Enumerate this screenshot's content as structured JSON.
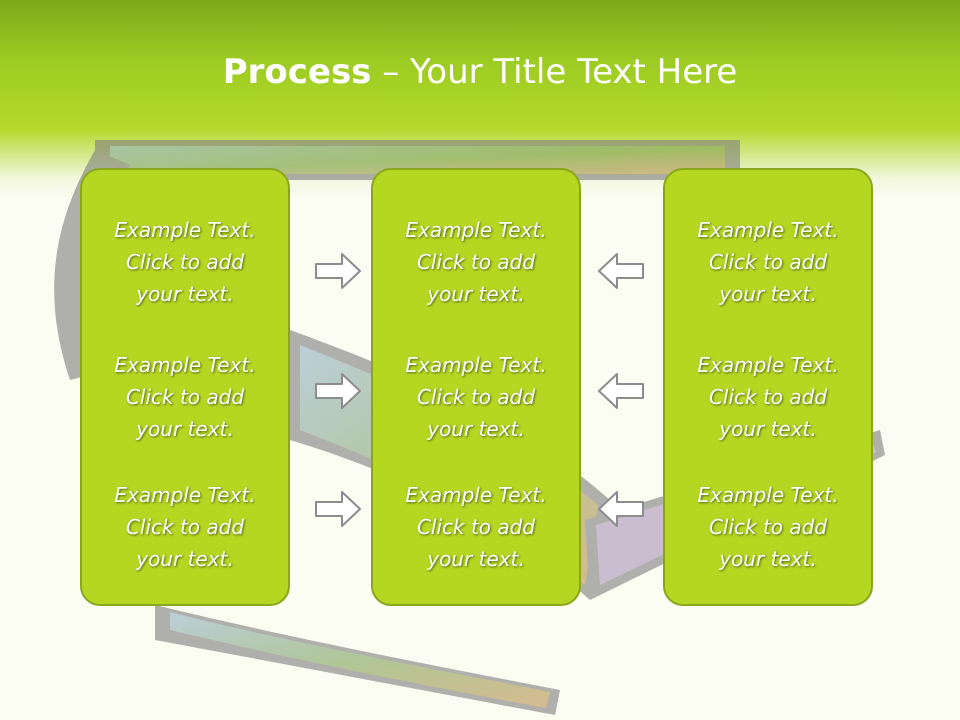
{
  "slide": {
    "title_bold": "Process",
    "title_rest": " – Your Title Text Here"
  },
  "columns": [
    {
      "items": [
        {
          "text": "Example Text.\nClick  to add\nyour text."
        },
        {
          "text": "Example Text.\nClick  to add\nyour text."
        },
        {
          "text": "Example Text.\nClick  to add\nyour text."
        }
      ]
    },
    {
      "items": [
        {
          "text": "Example Text.\nClick  to add\nyour text."
        },
        {
          "text": "Example Text.\nClick  to add\nyour text."
        },
        {
          "text": "Example Text.\nClick  to add\nyour text."
        }
      ]
    },
    {
      "items": [
        {
          "text": "Example Text.\nClick  to add\nyour text."
        },
        {
          "text": "Example Text.\nClick  to add\nyour text."
        },
        {
          "text": "Example Text.\nClick  to add\nyour text."
        }
      ]
    }
  ],
  "arrows": {
    "left_group": "arrow-right-icon",
    "right_group": "arrow-left-icon"
  },
  "colors": {
    "accent": "#b5d722",
    "header": "#9ccb22",
    "box_border": "#8aa61c",
    "background": "#fbfcf2"
  }
}
